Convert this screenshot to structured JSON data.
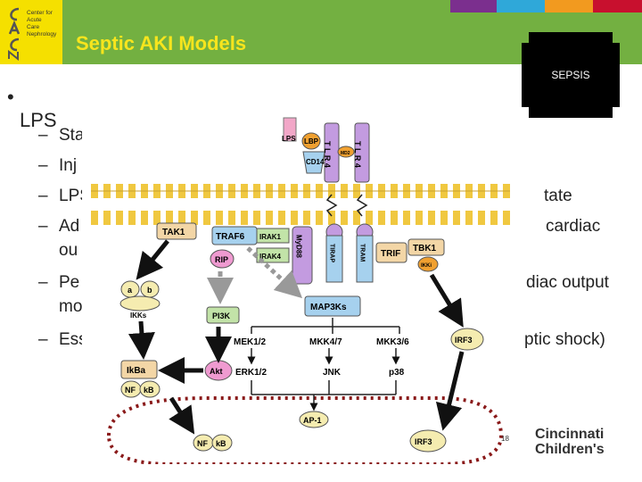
{
  "header": {
    "title": "Septic AKI Models",
    "logo_lines": [
      "Center for",
      "Acute",
      "Care",
      "Nephrology"
    ],
    "color_bars": [
      "#7b2f8e",
      "#2fa8d9",
      "#f29a1f",
      "#c8102e"
    ]
  },
  "sepsis_badge": "SEPSIS",
  "bullets": {
    "main": "LPS",
    "subs": [
      {
        "left": "Sta",
        "right": ""
      },
      {
        "left": "Inj",
        "right": ""
      },
      {
        "left": "LPS",
        "right": "tate"
      },
      {
        "left": "Ad",
        "right": "cardiac"
      },
      {
        "left": "ou",
        "right": ""
      },
      {
        "left": "Pe",
        "right": "diac output"
      },
      {
        "left": "mo",
        "right": ""
      },
      {
        "left": "Ess",
        "right": "ptic shock)"
      }
    ]
  },
  "pathway": {
    "receptors": [
      "LPS",
      "LBP",
      "CD14",
      "T L R 4",
      "MD2",
      "T L R 4"
    ],
    "adaptors": [
      "TAK1",
      "TRAF6",
      "IRAK1",
      "IRAK4",
      "MyD88",
      "TIRAP",
      "TRAM",
      "TRIF",
      "TBK1",
      "IKKi",
      "RIP"
    ],
    "kinases": [
      "a",
      "b",
      "IKKs",
      "PI3K",
      "MAP3Ks",
      "MEK1/2",
      "MKK4/7",
      "MKK3/6",
      "ERK1/2",
      "JNK",
      "p38",
      "Akt"
    ],
    "factors": [
      "IkBa",
      "NF",
      "kB",
      "IRF3",
      "AP-1",
      "NF",
      "kB",
      "IRF3"
    ],
    "page_number": "18"
  },
  "footer": {
    "brand_line1": "Cincinnati",
    "brand_line2": "Children's"
  }
}
